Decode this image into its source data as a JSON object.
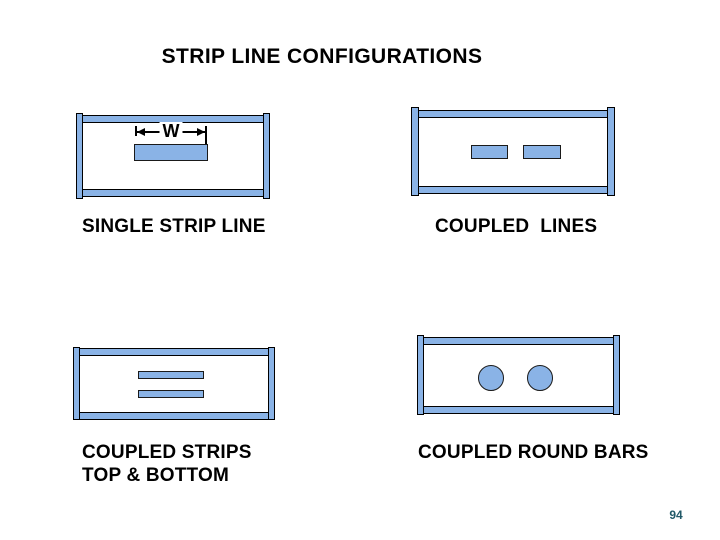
{
  "title": "STRIP LINE CONFIGURATIONS",
  "colors": {
    "shape_fill": "#8AB3E6",
    "shape_border": "#1a1a1a",
    "page_number_color": "#215968"
  },
  "diagrams": {
    "single_strip": {
      "label": "SINGLE STRIP LINE",
      "dimension_label": "W"
    },
    "coupled_lines": {
      "label": "COUPLED  LINES"
    },
    "coupled_strips": {
      "label_line1": "COUPLED STRIPS",
      "label_line2": "TOP & BOTTOM"
    },
    "coupled_round_bars": {
      "label": "COUPLED ROUND BARS"
    }
  },
  "page_number": "94"
}
